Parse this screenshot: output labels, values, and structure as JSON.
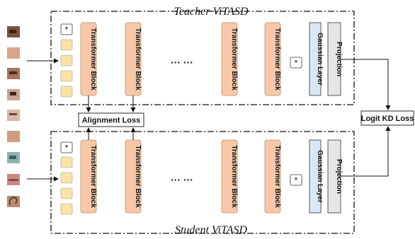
{
  "teacher": {
    "title": "Teacher ViTASD",
    "block_label": "Transformer Block",
    "ellipsis": "··· ···",
    "cls_token": "*",
    "output_token": "*",
    "gaussian_label": "Gaussian Layer",
    "projection_label": "Projection"
  },
  "student": {
    "title": "Student ViTASD",
    "block_label": "Transformer Block",
    "ellipsis": "··· ···",
    "cls_token": "*",
    "output_token": "*",
    "gaussian_label": "Gaussian Layer",
    "projection_label": "Projection"
  },
  "alignment_loss_label": "Alignment Loss",
  "logit_kd_loss_label": "Logit KD Loss",
  "face_patches": [
    "eye-patch-1",
    "skin-patch-2",
    "eye-patch-3",
    "eye-patch-4",
    "eye-patch-5",
    "skin-patch-6",
    "eye-patch-7",
    "lip-patch-8",
    "ear-patch-9"
  ],
  "colors": {
    "transformer_block_fill": "#f6c8a8",
    "token_fill": "#fbe3a6",
    "gaussian_fill": "#d9e6f5",
    "projection_fill": "#e6e6e6"
  }
}
